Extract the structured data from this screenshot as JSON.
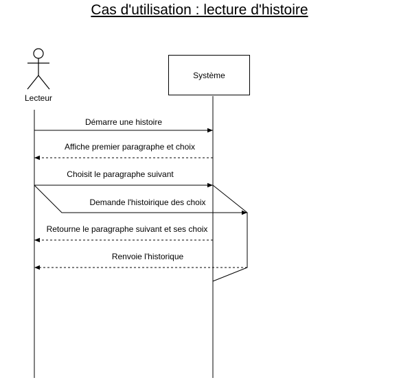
{
  "title": "Cas d'utilisation : lecture d'histoire",
  "actor": {
    "label": "Lecteur"
  },
  "system": {
    "label": "Système"
  },
  "messages": [
    {
      "label": "Démarre une histoire",
      "type": "sync"
    },
    {
      "label": "Affiche premier paragraphe et choix",
      "type": "return"
    },
    {
      "label": "Choisit le paragraphe suivant",
      "type": "sync"
    },
    {
      "label": "Demande l'histoirique des choix",
      "type": "self-call"
    },
    {
      "label": "Retourne le paragraphe suivant et ses choix",
      "type": "return"
    },
    {
      "label": "Renvoie l'historique",
      "type": "return"
    }
  ]
}
